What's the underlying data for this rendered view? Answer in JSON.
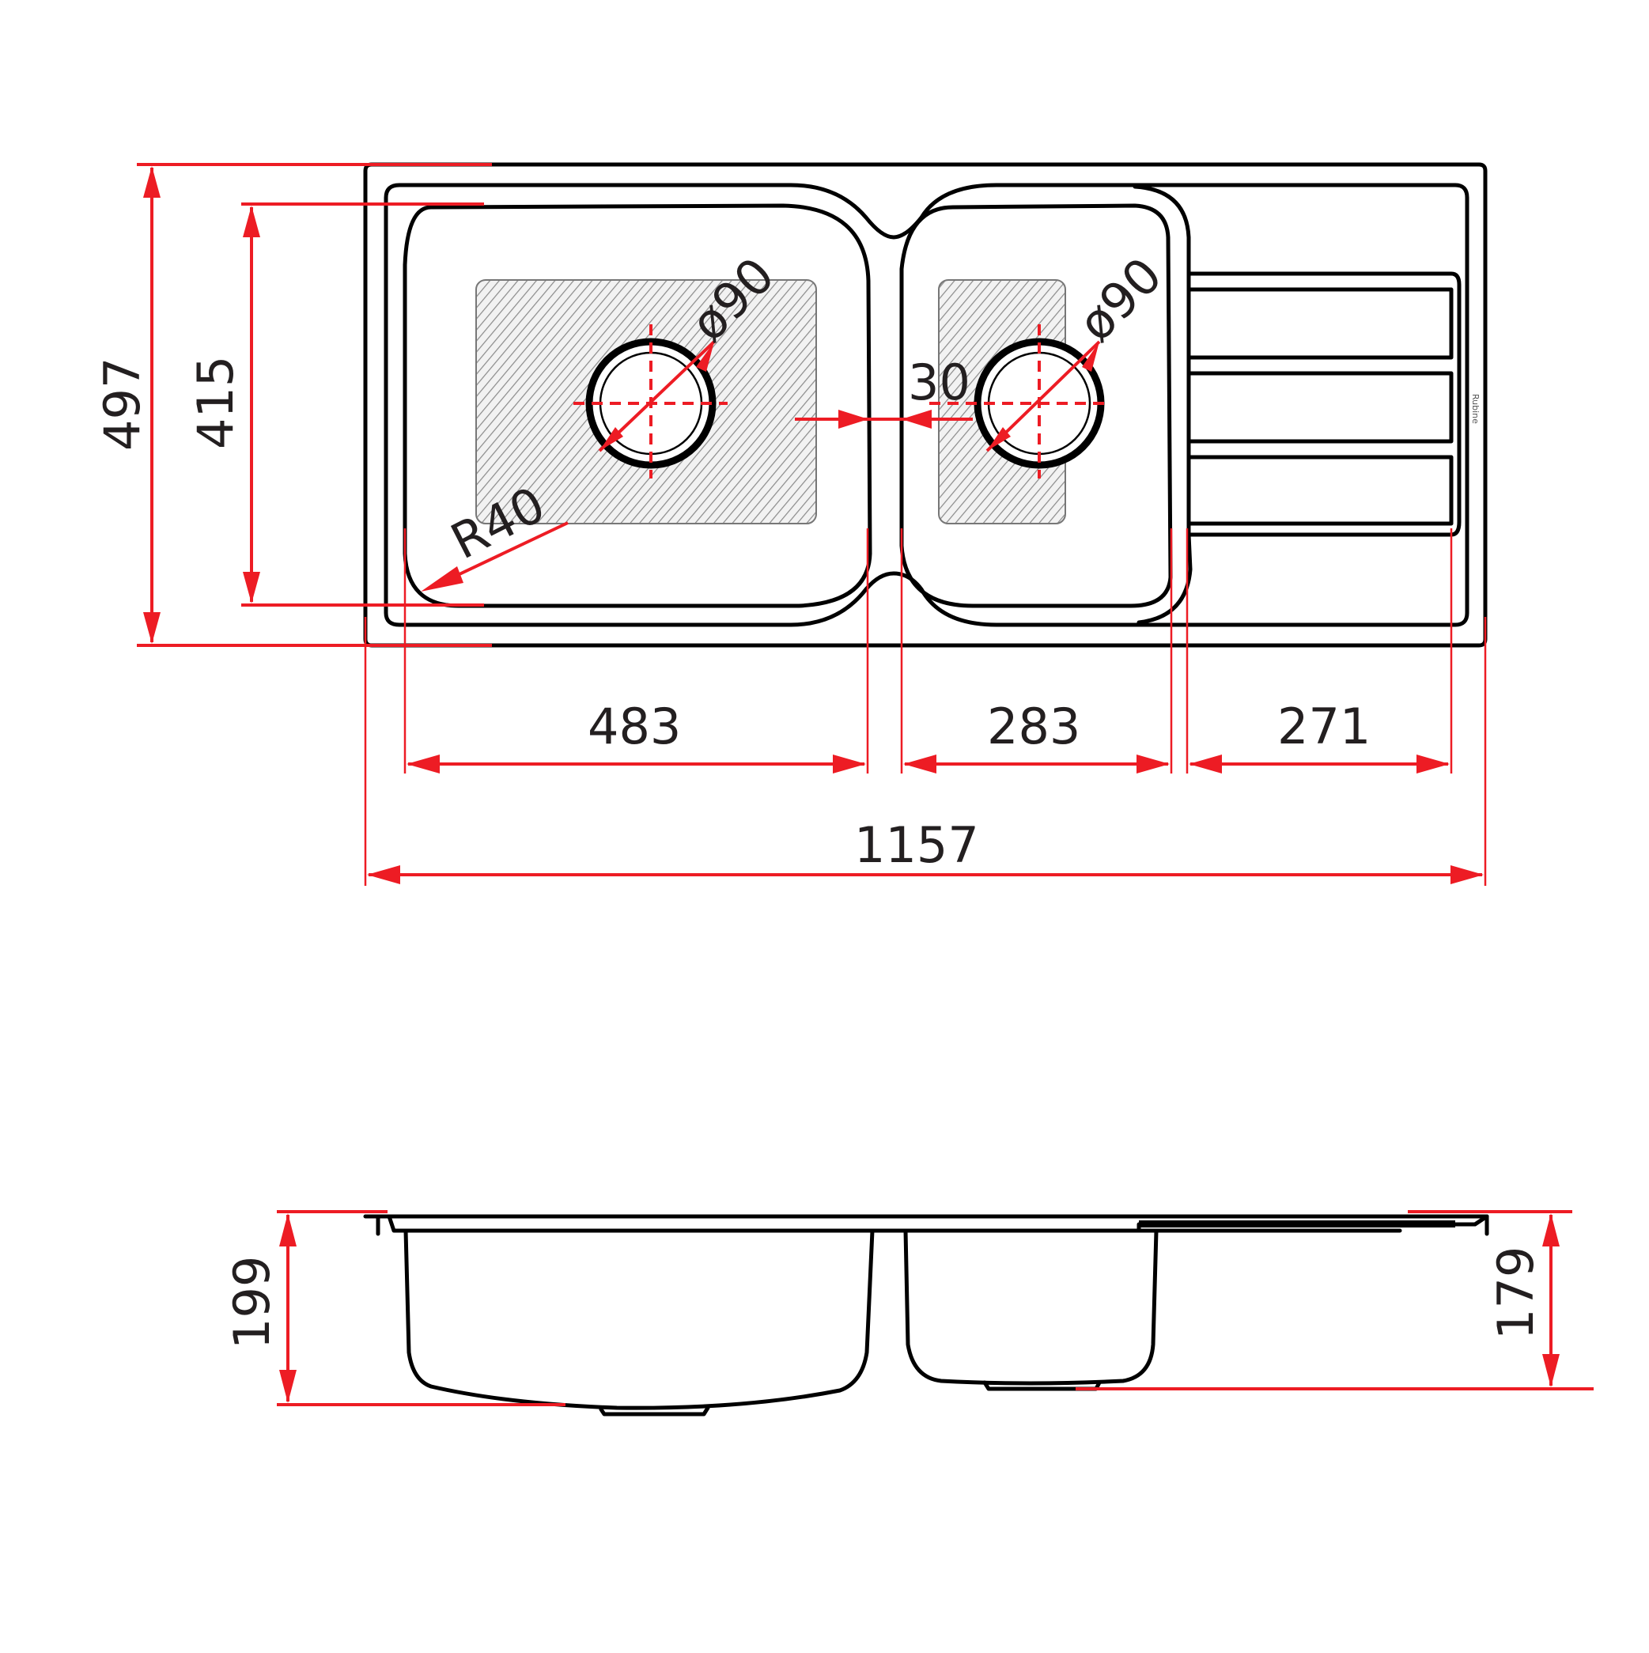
{
  "drawing": {
    "subject": "Double bowl kitchen sink with drainer - technical dimensions",
    "units": "mm",
    "brand_mark": "Rubine",
    "colors": {
      "outline": "#000000",
      "dimension": "#ed1c24",
      "text": "#231f20",
      "hatch": "#777777"
    }
  },
  "top_view": {
    "overall_width": "1157",
    "overall_depth": "497",
    "bowl_depth": "415",
    "large_bowl_width": "483",
    "small_bowl_width": "283",
    "drainer_width": "271",
    "bowl_gap": "30",
    "corner_radius": "R40",
    "waste_diameter_large": "ø90",
    "waste_diameter_small": "ø90"
  },
  "side_view": {
    "large_bowl_height": "199",
    "small_bowl_height": "179"
  }
}
